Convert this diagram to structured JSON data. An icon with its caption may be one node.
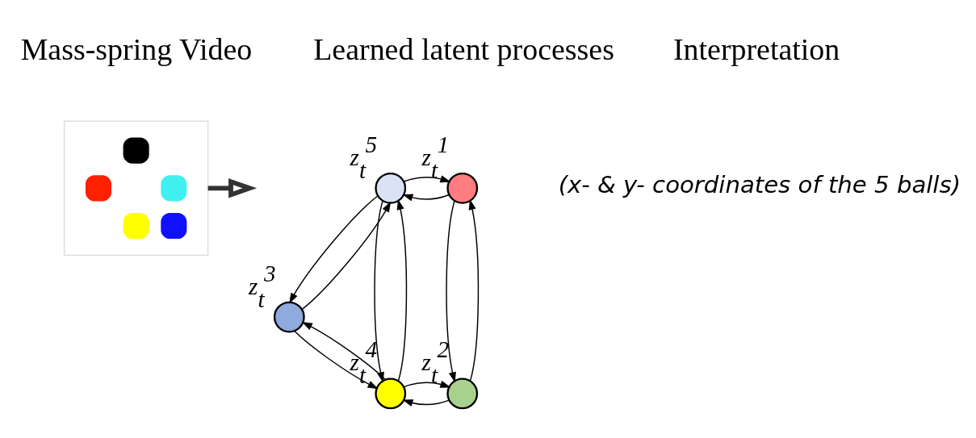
{
  "diagram": {
    "nodes": [
      {
        "text": [],
        "shape": "picture"
      },
      {
        "text": [],
        "shape": "circle",
        "beside": [
          "z$_{t}$$^{5}$"
        ]
      },
      {
        "text": [],
        "shape": "circle",
        "beside": [
          "z$_{t}$$^{1}$"
        ]
      },
      {
        "text": [],
        "shape": "circle",
        "beside": [
          "z$_{t}$$^{3}$"
        ]
      },
      {
        "text": [],
        "shape": "circle",
        "beside": [
          "z$_{t}$$^{2}$"
        ]
      },
      {
        "text": [],
        "shape": "circle",
        "beside": [
          "z$_{t}$$^{4}$"
        ]
      }
    ],
    "edges": [
      {
        "from": 0,
        "to": null,
        "arrow": "to",
        "style": "thick"
      },
      {
        "from": 2,
        "to": 1,
        "arrow": "to"
      },
      {
        "from": 1,
        "to": 2,
        "arrow": "to"
      },
      {
        "from": 2,
        "to": 4,
        "arrow": "to"
      },
      {
        "from": 4,
        "to": 2,
        "arrow": "to"
      },
      {
        "from": 1,
        "to": 5,
        "arrow": "to"
      },
      {
        "from": 5,
        "to": 1,
        "arrow": "to"
      },
      {
        "from": 1,
        "to": 3,
        "arrow": "to"
      },
      {
        "from": 3,
        "to": 1,
        "arrow": "to"
      },
      {
        "from": 4,
        "to": 5,
        "arrow": "to"
      },
      {
        "from": 5,
        "to": 4,
        "arrow": "to"
      },
      {
        "from": 5,
        "to": 3,
        "arrow": "to"
      },
      {
        "from": 3,
        "to": 5,
        "arrow": "to"
      }
    ],
    "labels": [
      "Learned latent processes",
      "Mass-spring Video",
      "Interpretation",
      "(x- & y- coordinates of the 5 balls)"
    ]
  }
}
